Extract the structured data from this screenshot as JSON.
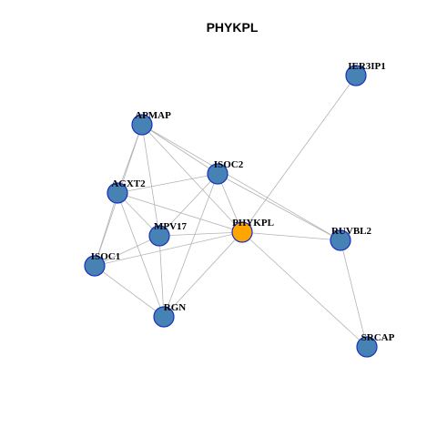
{
  "title": "PHYKPL",
  "colors": {
    "node_fill": "#4682B4",
    "node_stroke": "#1a2fc4",
    "center_fill": "#FFA500",
    "center_stroke": "#1a2fc4",
    "edge": "#b3b3b3"
  },
  "nodes": [
    {
      "id": "IER3IP1",
      "label": "IER3IP1"
    },
    {
      "id": "APMAP",
      "label": "APMAP"
    },
    {
      "id": "ISOC2",
      "label": "ISOC2"
    },
    {
      "id": "AGXT2",
      "label": "AGXT2"
    },
    {
      "id": "PHYKPL",
      "label": "PHYKPL",
      "center": true
    },
    {
      "id": "MPV17",
      "label": "MPV17"
    },
    {
      "id": "RUVBL2",
      "label": "RUVBL2"
    },
    {
      "id": "ISOC1",
      "label": "ISOC1"
    },
    {
      "id": "RGN",
      "label": "RGN"
    },
    {
      "id": "SRCAP",
      "label": "SRCAP"
    }
  ],
  "edges": [
    [
      "IER3IP1",
      "PHYKPL"
    ],
    [
      "APMAP",
      "ISOC2"
    ],
    [
      "APMAP",
      "AGXT2"
    ],
    [
      "APMAP",
      "PHYKPL"
    ],
    [
      "APMAP",
      "MPV17"
    ],
    [
      "APMAP",
      "ISOC1"
    ],
    [
      "APMAP",
      "RUVBL2"
    ],
    [
      "ISOC2",
      "AGXT2"
    ],
    [
      "ISOC2",
      "PHYKPL"
    ],
    [
      "ISOC2",
      "MPV17"
    ],
    [
      "ISOC2",
      "RGN"
    ],
    [
      "ISOC2",
      "RUVBL2"
    ],
    [
      "AGXT2",
      "PHYKPL"
    ],
    [
      "AGXT2",
      "MPV17"
    ],
    [
      "AGXT2",
      "ISOC1"
    ],
    [
      "AGXT2",
      "RGN"
    ],
    [
      "PHYKPL",
      "MPV17"
    ],
    [
      "PHYKPL",
      "RUVBL2"
    ],
    [
      "PHYKPL",
      "ISOC1"
    ],
    [
      "PHYKPL",
      "RGN"
    ],
    [
      "PHYKPL",
      "SRCAP"
    ],
    [
      "MPV17",
      "ISOC1"
    ],
    [
      "MPV17",
      "RGN"
    ],
    [
      "ISOC1",
      "RGN"
    ],
    [
      "RUVBL2",
      "SRCAP"
    ]
  ]
}
